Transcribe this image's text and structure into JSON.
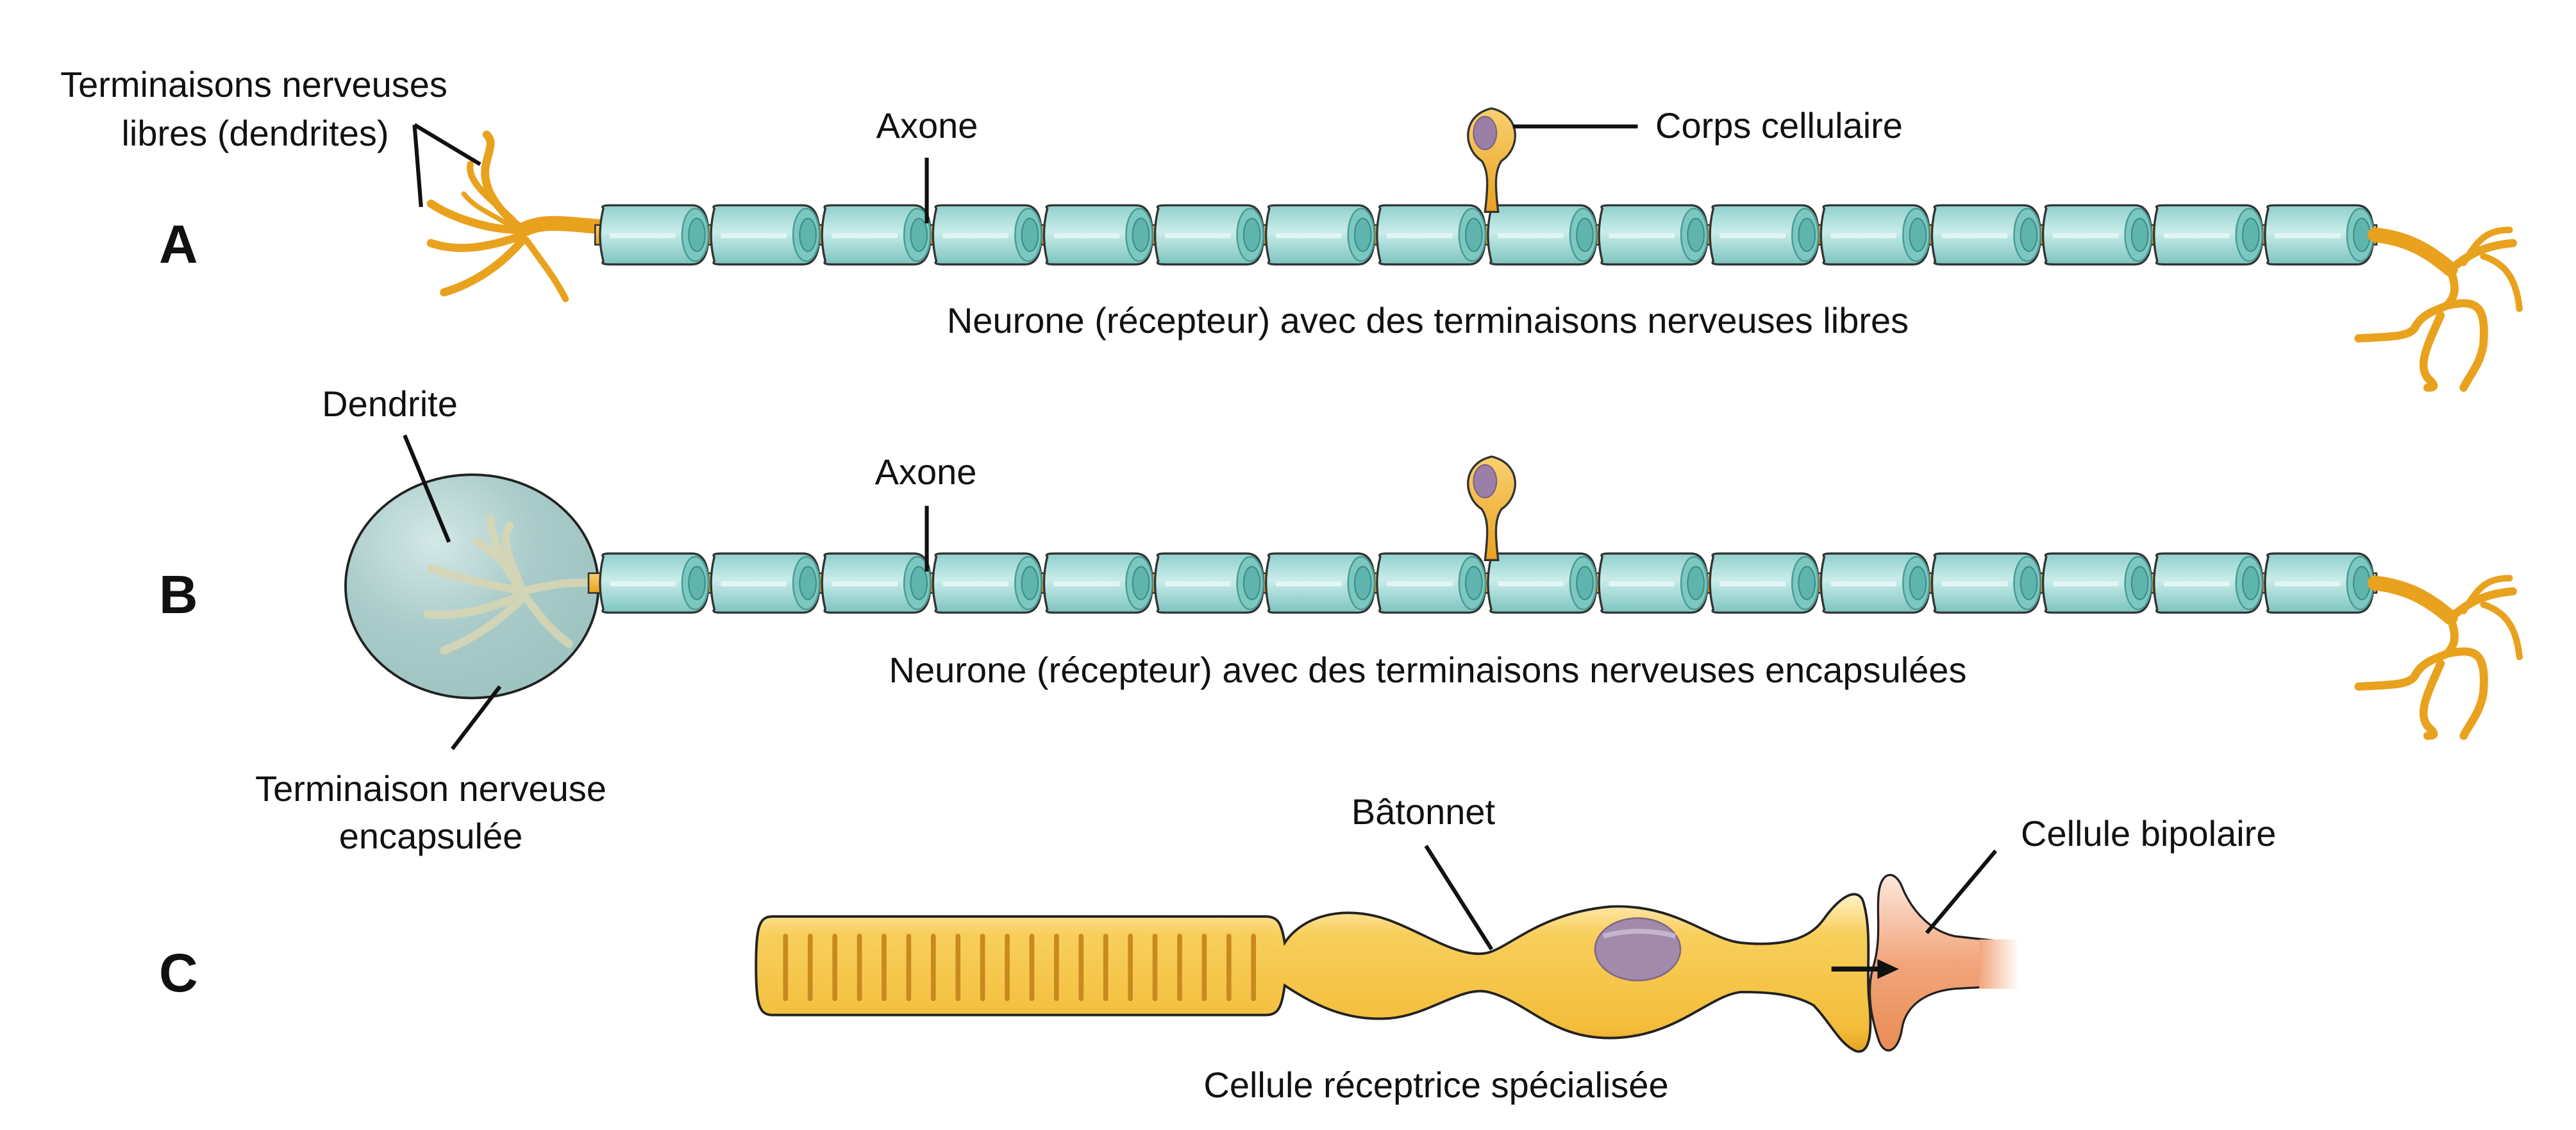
{
  "panels": [
    {
      "letter": "A",
      "caption": "Neurone (récepteur) avec des terminaisons nerveuses libres",
      "labels": {
        "dendrites": [
          "Terminaisons nerveuses",
          "libres (dendrites)"
        ],
        "axon": "Axone",
        "cell_body": "Corps cellulaire"
      }
    },
    {
      "letter": "B",
      "caption": "Neurone (récepteur) avec des terminaisons nerveuses encapsulées",
      "labels": {
        "dendrite": "Dendrite",
        "axon": "Axone",
        "capsule": [
          "Terminaison nerveuse",
          "encapsulée"
        ]
      }
    },
    {
      "letter": "C",
      "caption": "Cellule réceptrice spécialisée",
      "labels": {
        "rod": "Bâtonnet",
        "bipolar": "Cellule bipolaire"
      }
    }
  ],
  "colors": {
    "myelin": "#a8dcd8",
    "myelin_dark": "#5fb5ae",
    "axon": "#f2b632",
    "nucleus": "#9b7fa6",
    "capsule": "#a9cbc9",
    "bipolar": "#f0a27a",
    "outline": "#222222"
  }
}
